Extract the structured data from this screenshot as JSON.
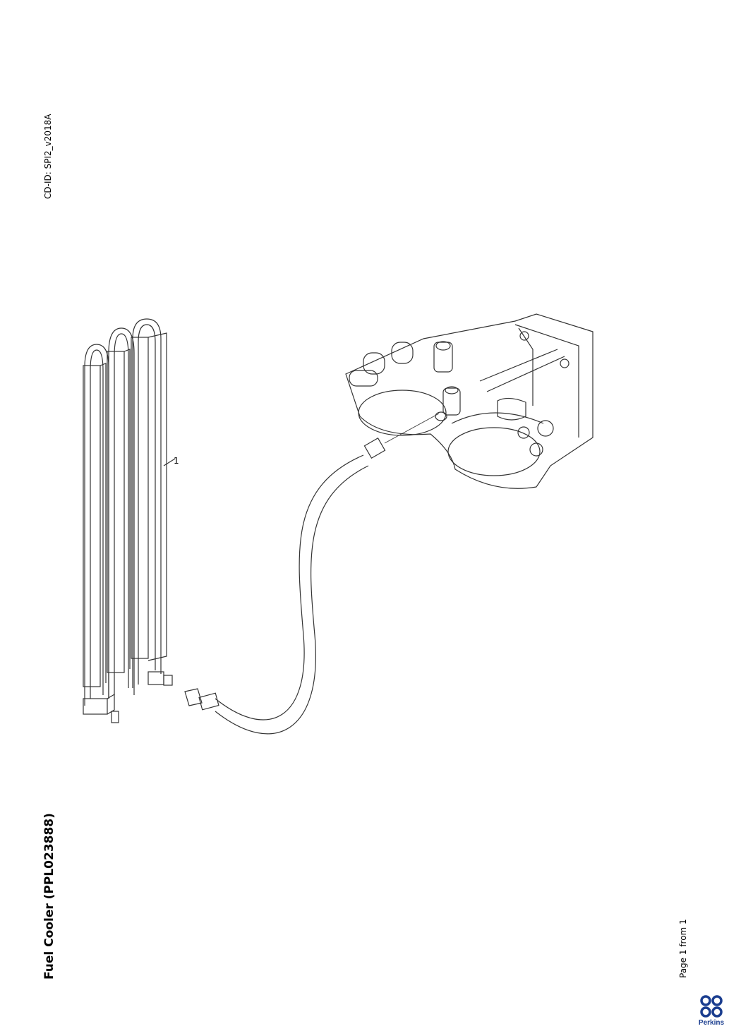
{
  "document": {
    "cd_id": "CD-ID: SPI2_v2018A",
    "title": "Fuel Cooler (PPL023888)",
    "page_label": "Page 1 from 1",
    "callouts": [
      "1"
    ],
    "brand": "Perkins",
    "brand_color": "#1a3d8f"
  }
}
